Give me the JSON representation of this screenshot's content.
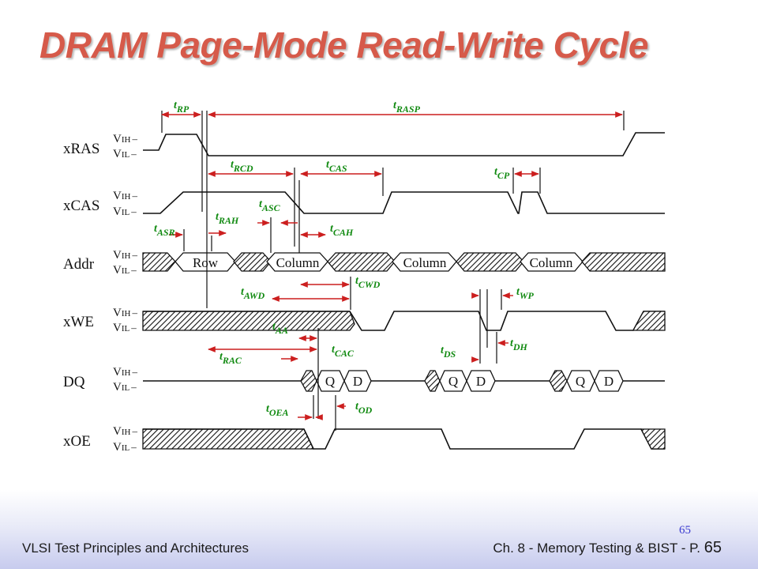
{
  "slide": {
    "title": "DRAM Page-Mode Read-Write Cycle",
    "footer_left": "VLSI Test Principles and Architectures",
    "footer_right": "Ch. 8 - Memory Testing & BIST - P.",
    "footer_page": "65",
    "page_number_small": "65"
  },
  "colors": {
    "title": "#d65a4a",
    "timing": "#cc1f1f",
    "timing_label": "#118a11",
    "wave": "#111111"
  },
  "signals": [
    {
      "name": "xRAS"
    },
    {
      "name": "xCAS"
    },
    {
      "name": "Addr"
    },
    {
      "name": "xWE"
    },
    {
      "name": "DQ"
    },
    {
      "name": "xOE"
    }
  ],
  "levels": {
    "high": "V",
    "high_sub": "IH",
    "low": "V",
    "low_sub": "IL",
    "dash": "–"
  },
  "bus_labels": {
    "row": "Row",
    "column": "Column",
    "q": "Q",
    "d": "D"
  },
  "timing": {
    "t_rp": "RP",
    "t_rasp": "RASP",
    "t_rcd": "RCD",
    "t_cas": "CAS",
    "t_cp": "CP",
    "t_rah": "RAH",
    "t_asc": "ASC",
    "t_asr": "ASR",
    "t_cah": "CAH",
    "t_cwd": "CWD",
    "t_awd": "AWD",
    "t_wp": "WP",
    "t_aa": "AA",
    "t_ds": "DS",
    "t_dh": "DH",
    "t_rac": "RAC",
    "t_cac": "CAC",
    "t_oea": "OEA",
    "t_od": "OD"
  }
}
